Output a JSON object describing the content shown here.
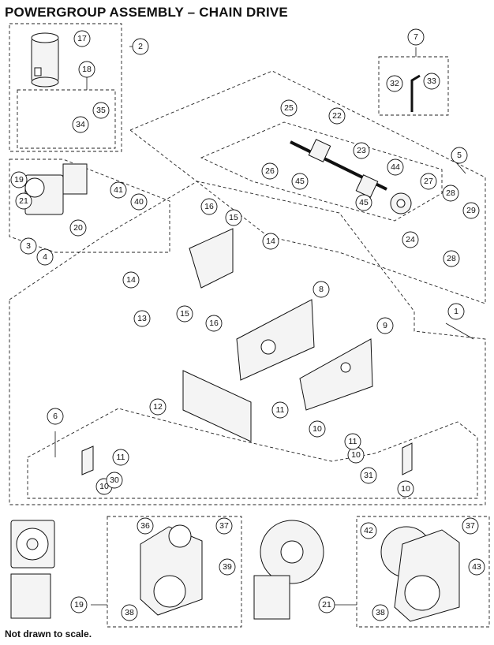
{
  "title": "POWERGROUP ASSEMBLY – CHAIN DRIVE",
  "footnote": "Not drawn to scale.",
  "callouts": [
    "1",
    "2",
    "3",
    "4",
    "5",
    "6",
    "7",
    "8",
    "9",
    "10",
    "10",
    "10",
    "10",
    "11",
    "11",
    "11",
    "12",
    "13",
    "14",
    "14",
    "15",
    "15",
    "16",
    "16",
    "17",
    "18",
    "19",
    "19",
    "20",
    "21",
    "21",
    "22",
    "23",
    "24",
    "25",
    "26",
    "27",
    "28",
    "28",
    "29",
    "30",
    "31",
    "32",
    "33",
    "34",
    "35",
    "36",
    "37",
    "37",
    "38",
    "38",
    "39",
    "40",
    "41",
    "42",
    "43",
    "44",
    "45",
    "45"
  ]
}
